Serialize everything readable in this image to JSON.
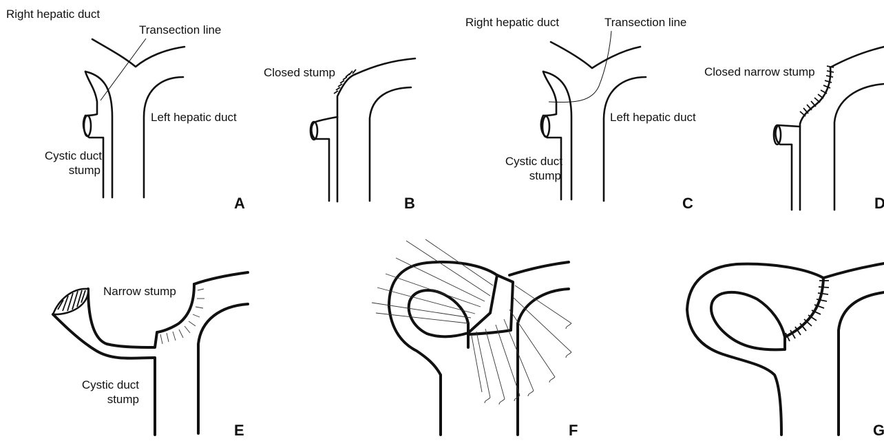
{
  "panels": {
    "A": {
      "letter": "A",
      "right_hepatic_duct": "Right hepatic duct",
      "transection_line": "Transection line",
      "left_hepatic_duct": "Left hepatic duct",
      "cystic_duct_line1": "Cystic duct",
      "cystic_duct_line2": "stump"
    },
    "B": {
      "letter": "B",
      "closed_stump": "Closed stump"
    },
    "C": {
      "letter": "C",
      "right_hepatic_duct": "Right hepatic duct",
      "transection_line": "Transection line",
      "left_hepatic_duct": "Left hepatic duct",
      "cystic_duct_line1": "Cystic duct",
      "cystic_duct_line2": "stump"
    },
    "D": {
      "letter": "D",
      "closed_narrow_stump": "Closed narrow stump"
    },
    "E": {
      "letter": "E",
      "narrow_stump": "Narrow stump",
      "cystic_duct_line1": "Cystic duct",
      "cystic_duct_line2": "stump"
    },
    "F": {
      "letter": "F"
    },
    "G": {
      "letter": "G"
    }
  }
}
